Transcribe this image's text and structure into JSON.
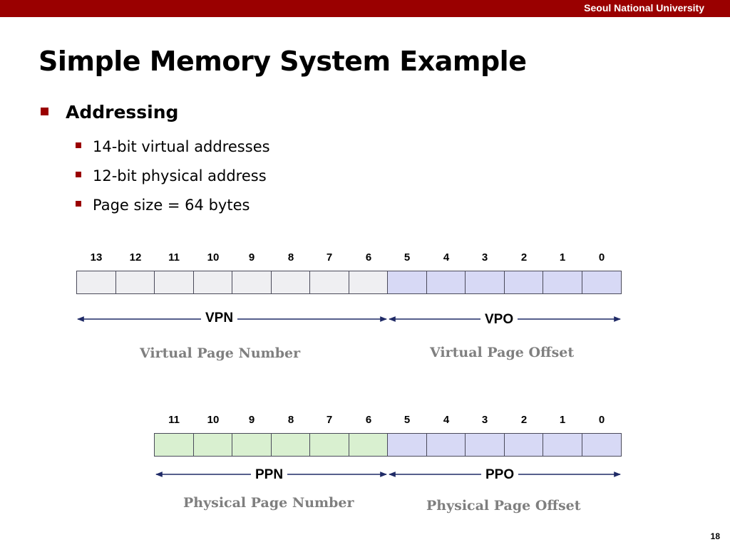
{
  "header": {
    "university": "Seoul National University"
  },
  "slide": {
    "title": "Simple Memory System Example",
    "bullet": "Addressing",
    "subbullets": [
      "14-bit virtual addresses",
      "12-bit physical address",
      "Page size = 64 bytes"
    ],
    "page_number": "18"
  },
  "virtual_address": {
    "bits": [
      "13",
      "12",
      "11",
      "10",
      "9",
      "8",
      "7",
      "6",
      "5",
      "4",
      "3",
      "2",
      "1",
      "0"
    ],
    "vpn_label": "VPN",
    "vpo_label": "VPO",
    "vpn_caption": "Virtual Page Number",
    "vpo_caption": "Virtual Page Offset"
  },
  "physical_address": {
    "bits": [
      "11",
      "10",
      "9",
      "8",
      "7",
      "6",
      "5",
      "4",
      "3",
      "2",
      "1",
      "0"
    ],
    "ppn_label": "PPN",
    "ppo_label": "PPO",
    "ppn_caption": "Physical Page Number",
    "ppo_caption": "Physical Page Offset"
  },
  "colors": {
    "brand_red": "#9a0000",
    "page_number_fill": "#efeff2",
    "offset_fill": "#d7d9f5",
    "physical_page_fill": "#d9f0d0",
    "arrow_navy": "#1f2a66"
  }
}
